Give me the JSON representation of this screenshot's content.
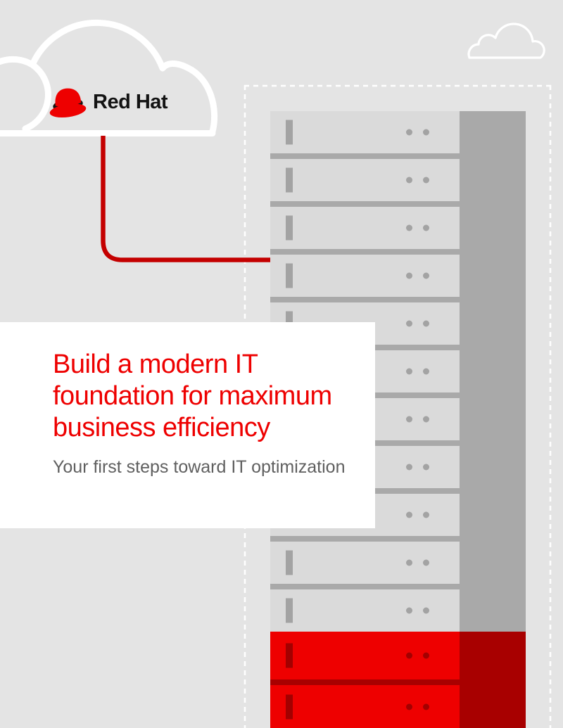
{
  "brand": {
    "name": "Red Hat"
  },
  "hero": {
    "title_lines": [
      "Build a modern IT",
      "foundation for maximum",
      "business efficiency"
    ],
    "subtitle": "Your first steps toward IT optimization"
  },
  "icons": {
    "logo": "red-hat-fedora-icon",
    "cloud_large": "cloud-outline-icon",
    "cloud_small": "cloud-outline-small-icon",
    "connector": "cloud-to-rack-connector-line"
  },
  "colors": {
    "background": "#e4e4e4",
    "white": "#ffffff",
    "brand_red": "#ee0000",
    "title_red": "#ee0000",
    "line_red": "#c40000",
    "dark_red": "#a80000",
    "accent_dark_red": "#a30000",
    "panel_gray": "#a9a9a9",
    "face_gray": "#dadada",
    "accent_gray": "#a3a3a3",
    "subtitle_gray": "#5f5f5f",
    "text_black": "#131313"
  },
  "rack": {
    "rows": [
      {
        "unit": 1,
        "color": "gray"
      },
      {
        "unit": 2,
        "color": "gray"
      },
      {
        "unit": 3,
        "color": "gray"
      },
      {
        "unit": 4,
        "color": "gray"
      },
      {
        "unit": 5,
        "color": "gray"
      },
      {
        "unit": 6,
        "color": "gray"
      },
      {
        "unit": 7,
        "color": "gray"
      },
      {
        "unit": 8,
        "color": "gray"
      },
      {
        "unit": 9,
        "color": "gray"
      },
      {
        "unit": 10,
        "color": "gray"
      },
      {
        "unit": 11,
        "color": "gray"
      },
      {
        "unit": 12,
        "color": "red"
      },
      {
        "unit": 13,
        "color": "red"
      }
    ]
  }
}
